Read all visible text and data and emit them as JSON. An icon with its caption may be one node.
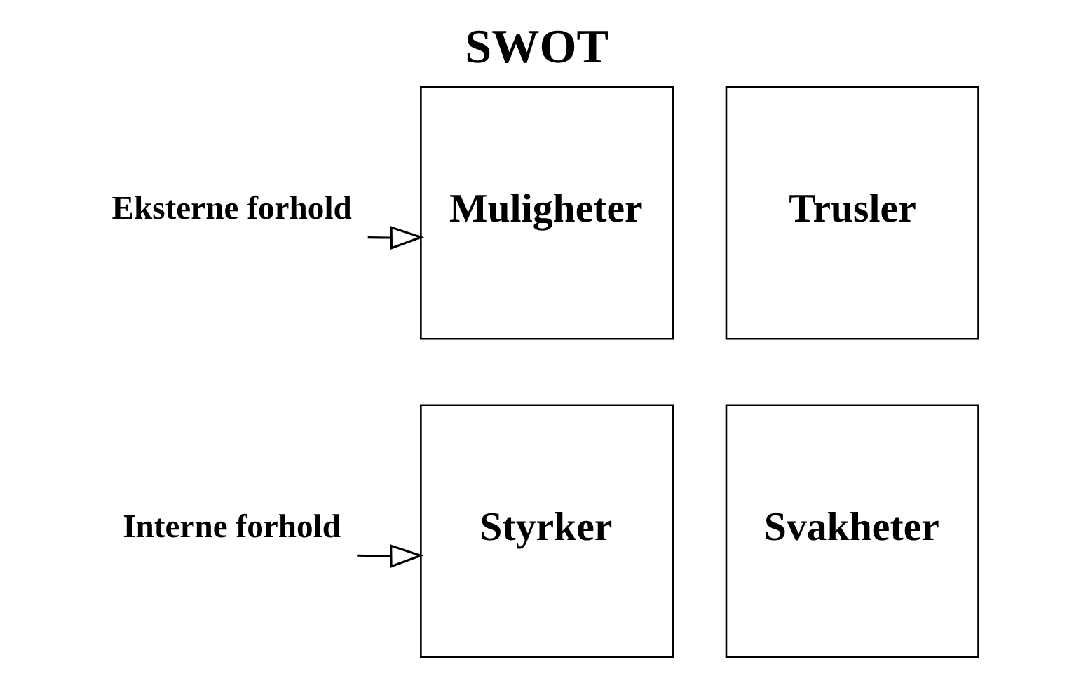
{
  "diagram": {
    "title": "SWOT",
    "nodes": [
      {
        "text": [
          "Interne forhold"
        ]
      },
      {
        "text": [
          "Styrker"
        ]
      },
      {
        "text": [
          "Svakheter"
        ]
      },
      {
        "text": [
          "Eksterne forhold"
        ]
      },
      {
        "text": [
          "Muligheter"
        ]
      },
      {
        "text": [
          "Trusler"
        ]
      }
    ],
    "edges": [
      {
        "from": 0,
        "to": 1,
        "arrow": "to"
      },
      {
        "from": 3,
        "to": 4,
        "arrow": "to"
      }
    ]
  }
}
